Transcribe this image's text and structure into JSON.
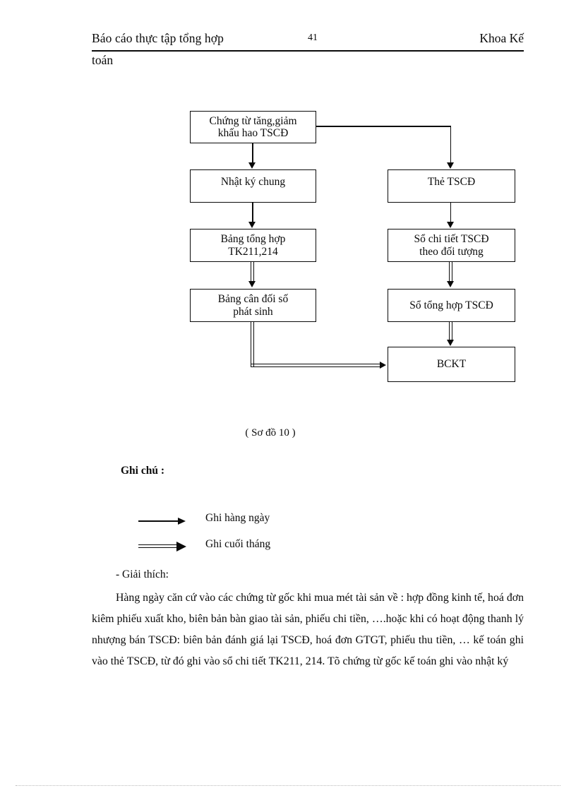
{
  "header": {
    "left_text": "Báo cáo thực tập tổng hợp",
    "page_number": "41",
    "right_text": "Khoa Kế",
    "second_line": "toán"
  },
  "diagram": {
    "caption": "( Sơ đồ 10 )",
    "nodes": {
      "source_documents": "Chứng từ tăng,giảm\nkhấu hao  TSCĐ",
      "source_documents_line1": "Chứng từ tăng,giảm",
      "source_documents_line2": "khấu hao  TSCĐ",
      "general_journal": "Nhật ký chung",
      "fixed_asset_card": "Thẻ TSCĐ",
      "summary_table_line1": "Bảng tổng hợp",
      "summary_table_line2": "TK211,214",
      "detail_ledger_line1": "Sổ chi tiết TSCĐ",
      "detail_ledger_line2": "theo đối tượng",
      "trial_balance_line1": "Bảng cân đối số",
      "trial_balance_line2": "phát sinh",
      "general_ledger": "Sổ tổng hợp TSCĐ",
      "financial_report": "BCKT"
    }
  },
  "legend": {
    "title": "Ghi chú :",
    "items": [
      {
        "arrow": "single-arrow-icon",
        "label": "Ghi hàng ngày"
      },
      {
        "arrow": "double-arrow-icon",
        "label": "Ghi cuối tháng"
      }
    ]
  },
  "body": {
    "lead": "- Giải thích:",
    "line1": "Hàng ngày căn cứ vào các chứng từ gốc khi mua mét tài sản về : hợp đồng",
    "line2": "kinh tế, hoá đơn kiêm phiếu xuất kho, biên bản bàn giao tài sản, phiếu chi",
    "line3": "tiền, ….hoặc khi có hoạt động thanh lý nhượng bán TSCĐ: biên bản đánh giá",
    "line4": "lại TSCĐ, hoá đơn GTGT, phiếu thu tiền, … kế toán ghi vào thẻ TSCĐ, từ đó",
    "line5": "ghi vào sổ chi tiết TK211, 214. Tõ chứng từ gốc kế toán ghi vào nhật ký"
  },
  "colors": {
    "ink": "#0a0a0a",
    "paper": "#ffffff",
    "rule": "#b9b9b9"
  }
}
